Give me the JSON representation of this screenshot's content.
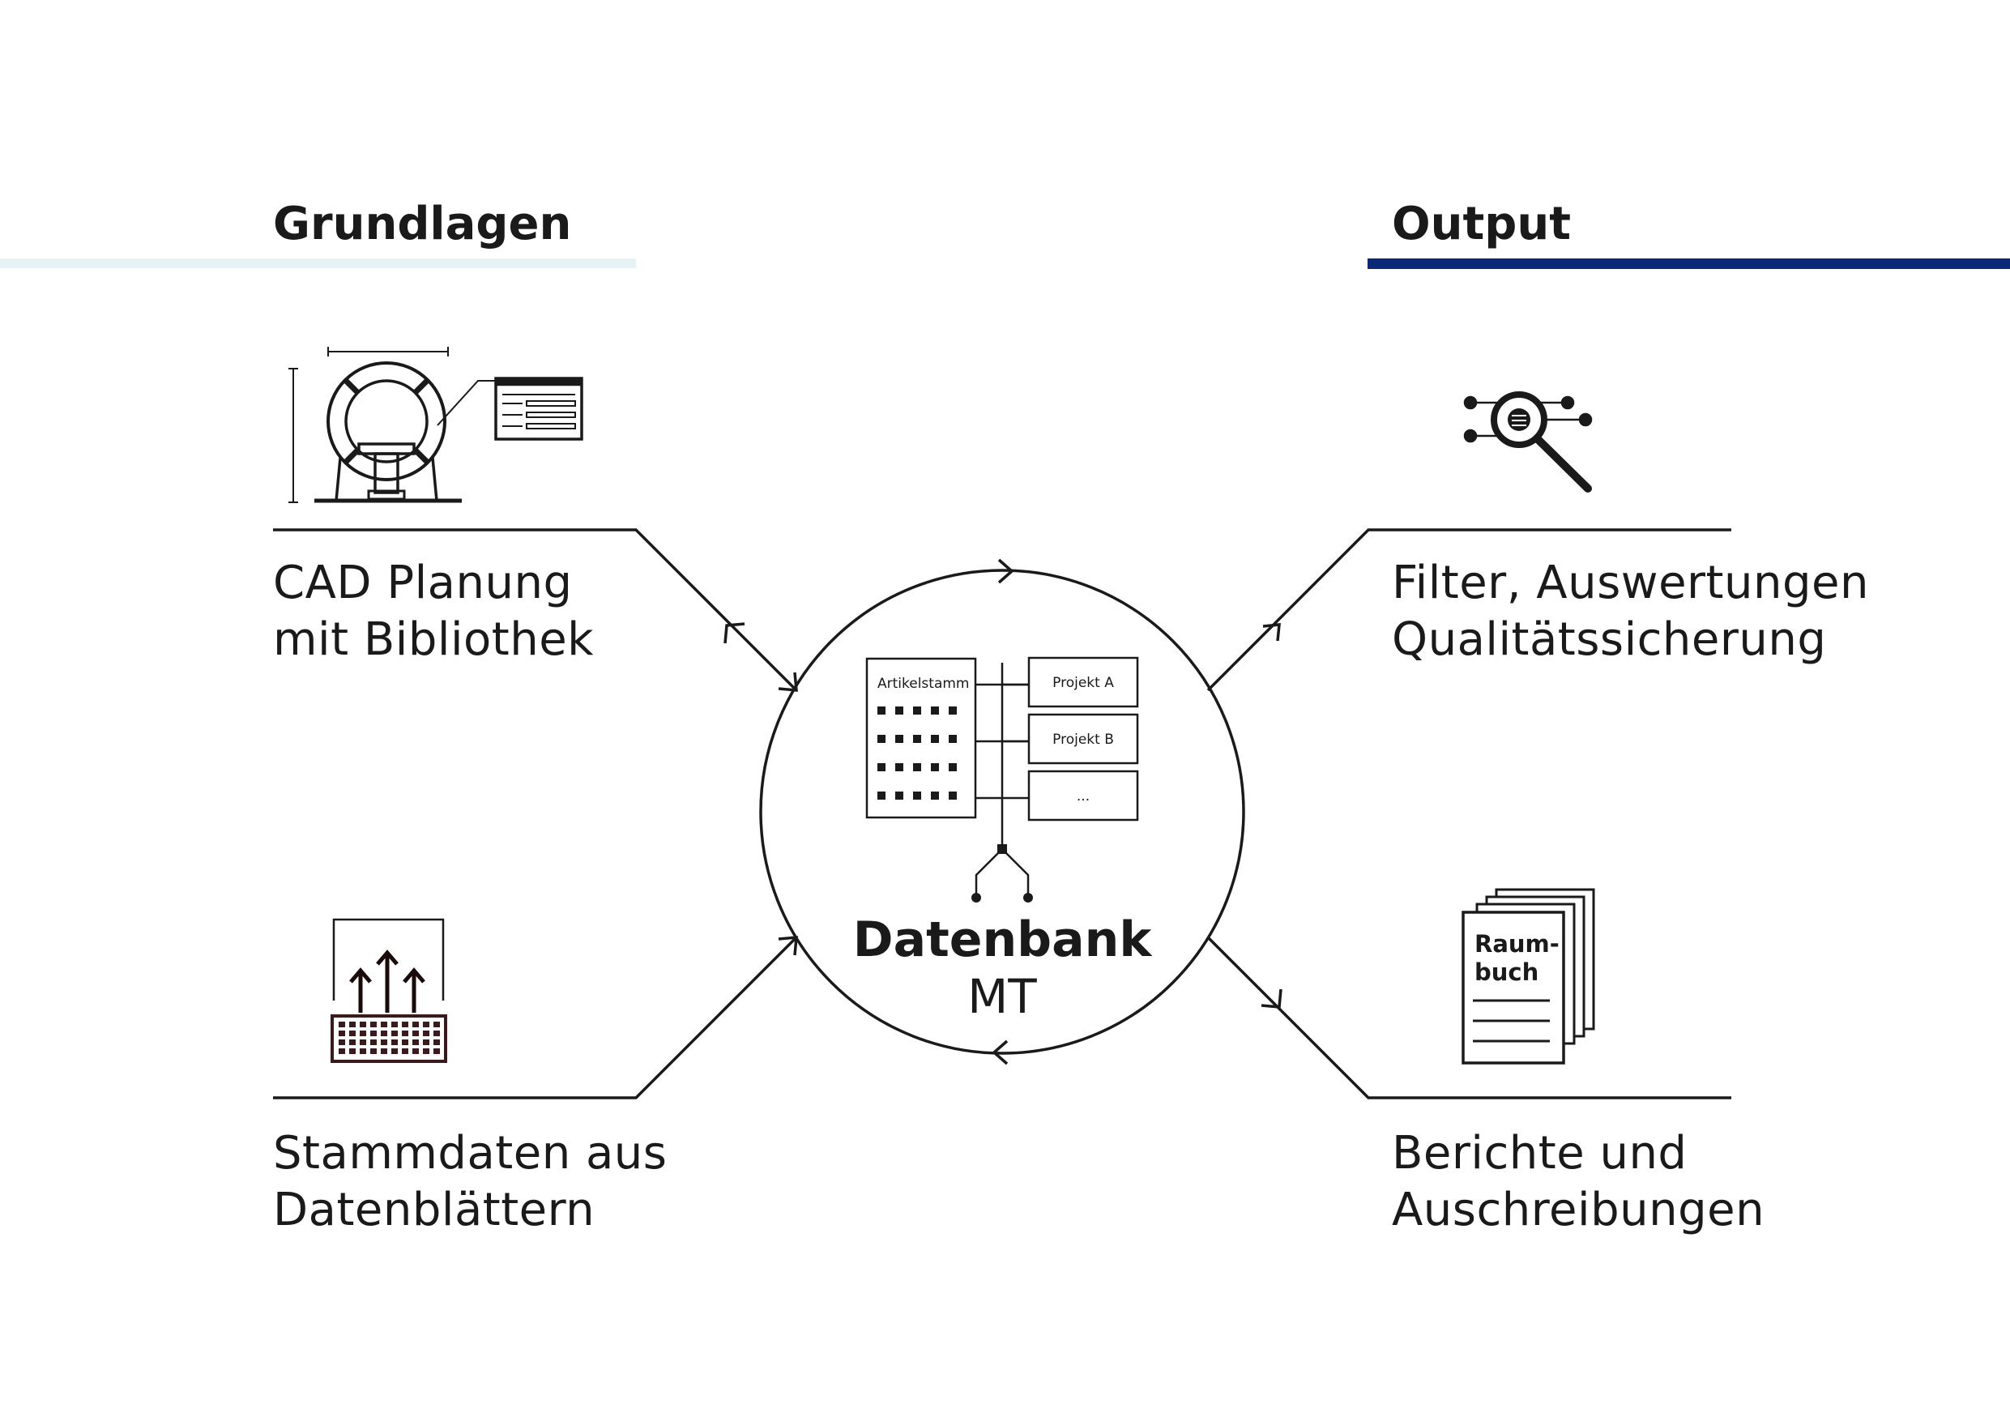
{
  "headings": {
    "left": "Grundlagen",
    "right": "Output"
  },
  "colors": {
    "left_heading_bar": "#e6f3f4",
    "right_heading_bar": "#0a2a78",
    "line": "#1a1a1a",
    "keyboard": "#3a1a1a"
  },
  "inputs": {
    "cad": {
      "line1": "CAD Planung",
      "line2": "mit Bibliothek",
      "icon": "cad-drawing-icon"
    },
    "datasheets": {
      "line1": "Stammdaten aus",
      "line2": "Datenblättern",
      "icon": "keyboard-upload-icon"
    }
  },
  "outputs": {
    "filter": {
      "line1": "Filter, Auswertungen",
      "line2": "Qualitätssicherung",
      "icon": "magnifier-network-icon"
    },
    "reports": {
      "line1": "Berichte und",
      "line2": "Auschreibungen",
      "icon": "document-stack-icon",
      "doc_line1": "Raum-",
      "doc_line2": "buch"
    }
  },
  "center": {
    "title": "Datenbank",
    "subtitle": "MT",
    "table_label": "Artikelstamm",
    "projects": [
      "Projekt A",
      "Projekt B",
      "..."
    ]
  }
}
